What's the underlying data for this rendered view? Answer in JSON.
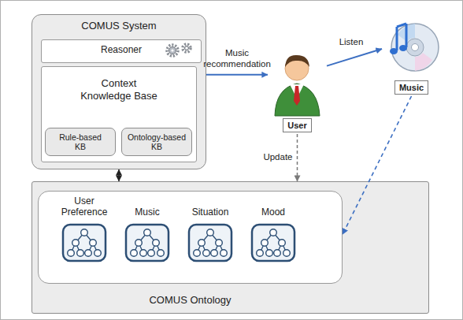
{
  "diagram": {
    "nodes": [
      {
        "text": [
          "COMUS System"
        ]
      },
      {
        "text": [
          "Reasoner"
        ],
        "in": 0
      },
      {
        "text": [
          "Context Knowledge Base"
        ],
        "in": 0
      },
      {
        "text": [
          "Rule-based KB"
        ],
        "in": 2
      },
      {
        "text": [
          "Ontology-based KB"
        ],
        "in": 2
      },
      {
        "text": [
          "User"
        ]
      },
      {
        "text": [
          "Music"
        ]
      },
      {
        "text": [
          "COMUS Ontology"
        ]
      },
      {
        "text": [
          "User Preference"
        ],
        "in": 7
      },
      {
        "text": [
          "Music"
        ],
        "in": 7
      },
      {
        "text": [
          "Situation"
        ],
        "in": 7
      },
      {
        "text": [
          "Mood"
        ],
        "in": 7
      }
    ],
    "edges": [
      {
        "from": 0,
        "to": 5,
        "label": "Music recommendation",
        "arrow": "to"
      },
      {
        "from": 5,
        "to": 6,
        "label": "Listen",
        "arrow": "to"
      },
      {
        "from": 5,
        "to": 7,
        "label": "Update",
        "arrow": "to"
      },
      {
        "from": 6,
        "to": 7,
        "arrow": "to"
      },
      {
        "from": 0,
        "to": 7,
        "arrow": "both"
      }
    ]
  }
}
